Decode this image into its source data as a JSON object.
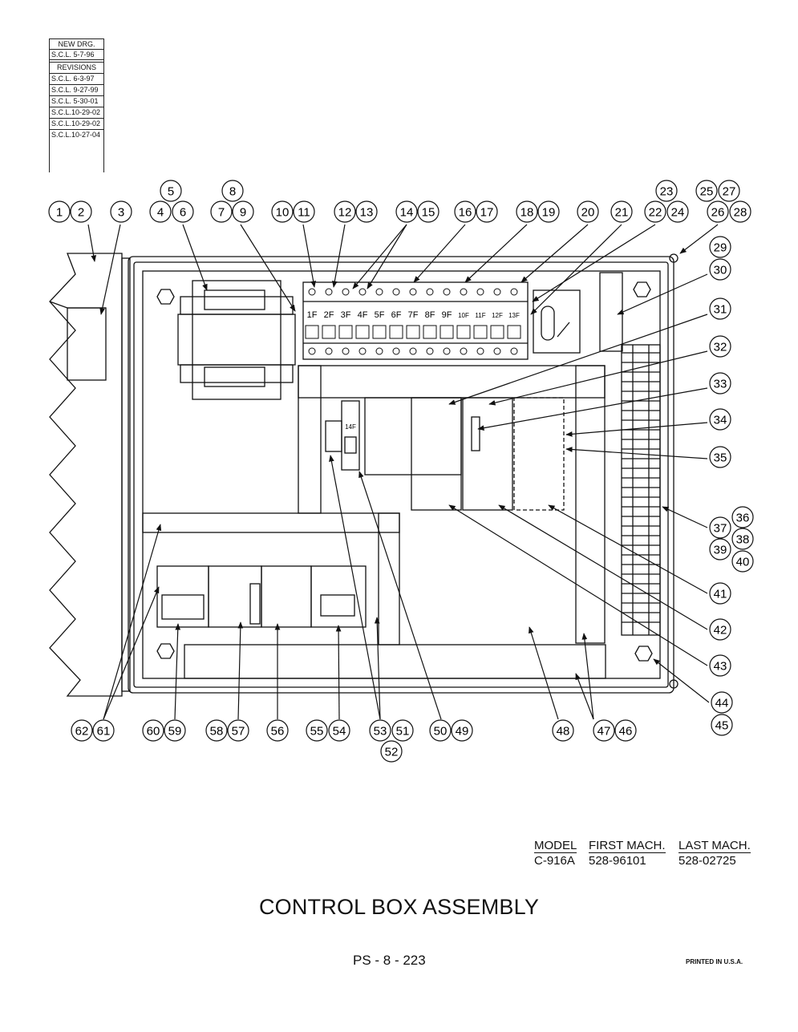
{
  "revision_block": {
    "new_drg_label": "NEW DRG.",
    "new_drg_entry": "S.C.L.  5-7-96",
    "revisions_label": "REVISIONS",
    "entries": [
      "S.C.L.  6-3-97",
      "S.C.L.  9-27-99",
      "S.C.L.  5-30-01",
      "S.C.L.10-29-02",
      "S.C.L.10-29-02",
      "S.C.L.10-27-04"
    ]
  },
  "fuse_labels": [
    "1F",
    "2F",
    "3F",
    "4F",
    "5F",
    "6F",
    "7F",
    "8F",
    "9F",
    "10F",
    "11F",
    "12F",
    "13F"
  ],
  "fuse_14_label": "14F",
  "callouts": [
    "1",
    "2",
    "3",
    "4",
    "5",
    "6",
    "7",
    "8",
    "9",
    "10",
    "11",
    "12",
    "13",
    "14",
    "15",
    "16",
    "17",
    "18",
    "19",
    "20",
    "21",
    "22",
    "23",
    "24",
    "25",
    "26",
    "27",
    "28",
    "29",
    "30",
    "31",
    "32",
    "33",
    "34",
    "35",
    "36",
    "37",
    "38",
    "39",
    "40",
    "41",
    "42",
    "43",
    "44",
    "45",
    "46",
    "47",
    "48",
    "49",
    "50",
    "51",
    "52",
    "53",
    "54",
    "55",
    "56",
    "57",
    "58",
    "59",
    "60",
    "61",
    "62"
  ],
  "model_table": {
    "headers": [
      "MODEL",
      "FIRST MACH.",
      "LAST MACH."
    ],
    "row": [
      "C-916A",
      "528-96101",
      "528-02725"
    ]
  },
  "title": "CONTROL BOX ASSEMBLY",
  "page_number": "PS - 8 - 223",
  "printed": "PRINTED IN U.S.A."
}
